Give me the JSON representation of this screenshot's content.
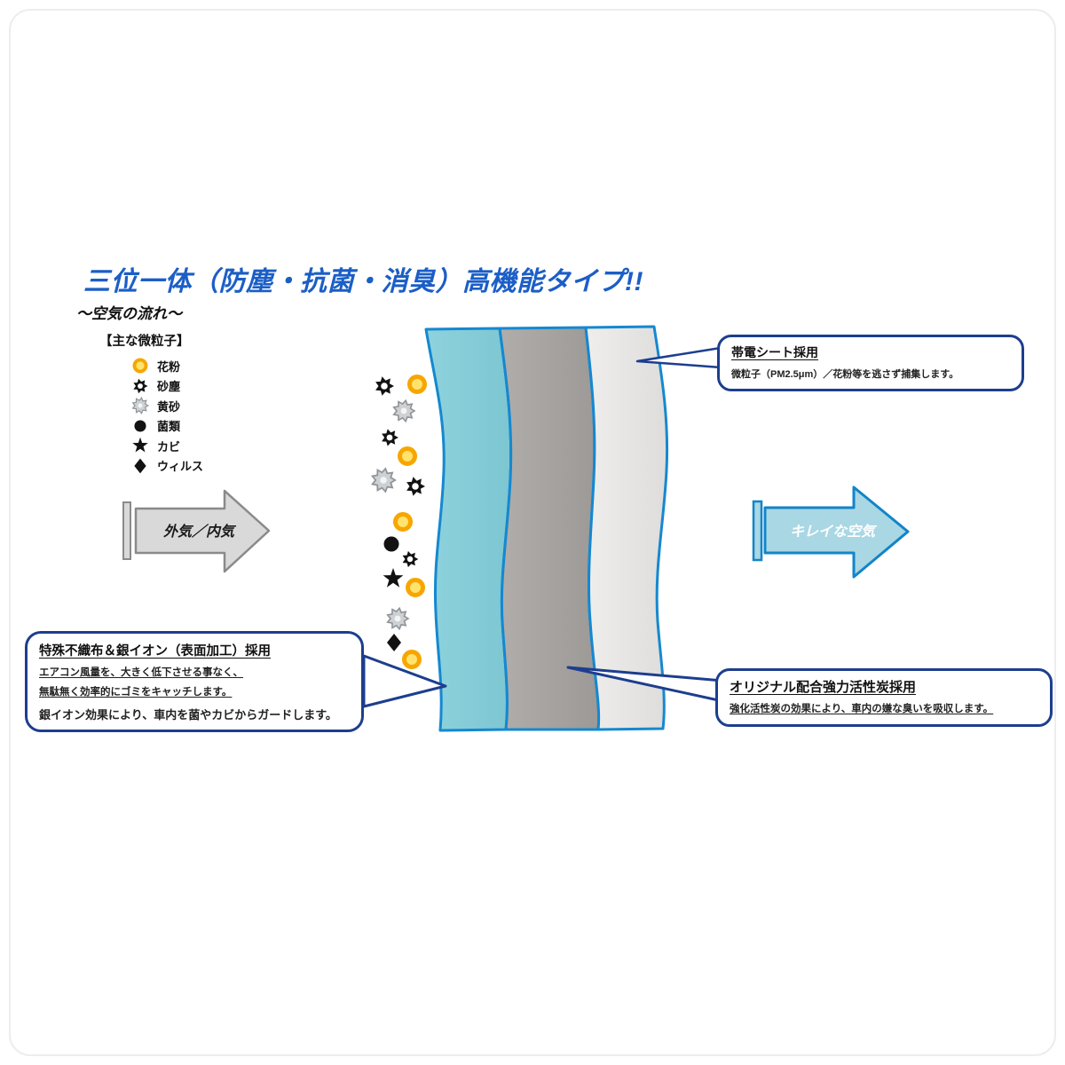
{
  "header": {
    "title": "三位一体（防塵・抗菌・消臭）高機能タイプ!!",
    "flow_label": "～空気の流れ～"
  },
  "legend": {
    "heading": "【主な微粒子】",
    "items": [
      {
        "icon": "pollen-icon",
        "label": "花粉"
      },
      {
        "icon": "dust-icon",
        "label": "砂塵"
      },
      {
        "icon": "yellow-sand-icon",
        "label": "黄砂"
      },
      {
        "icon": "bacteria-icon",
        "label": "菌類"
      },
      {
        "icon": "mold-icon",
        "label": "カビ"
      },
      {
        "icon": "virus-icon",
        "label": "ウィルス"
      }
    ]
  },
  "arrows": {
    "inflow_label": "外気／内気",
    "outflow_label": "キレイな空気"
  },
  "callouts": {
    "electrostatic": {
      "title": "帯電シート採用",
      "body": "微粒子（PM2.5μm）／花粉等を逃さず捕集します。"
    },
    "nonwoven": {
      "title": "特殊不織布＆銀イオン（表面加工）採用",
      "lines": [
        "エアコン風量を、大きく低下させる事なく、",
        "無駄無く効率的にゴミをキャッチします。",
        "銀イオン効果により、車内を菌やカビからガードします。"
      ]
    },
    "carbon": {
      "title": "オリジナル配合強力活性炭採用",
      "body": "強化活性炭の効果により、車内の嫌な臭いを吸収します。"
    }
  },
  "filter": {
    "layer1_color": "#85ccd8",
    "layer2_color": "#a7a4a1",
    "layer3_color": "#e9e9e7",
    "outline_color": "#1588d0"
  },
  "colors": {
    "title_blue": "#1b5ec6",
    "callout_border": "#1d3e8e",
    "clean_air_arrow_fill": "#a9d7e4",
    "clean_air_arrow_border": "#1285c9",
    "inflow_arrow_fill": "#d9d9d9",
    "inflow_arrow_border": "#8a8a8a",
    "pollen_yellow": "#f7a600"
  }
}
